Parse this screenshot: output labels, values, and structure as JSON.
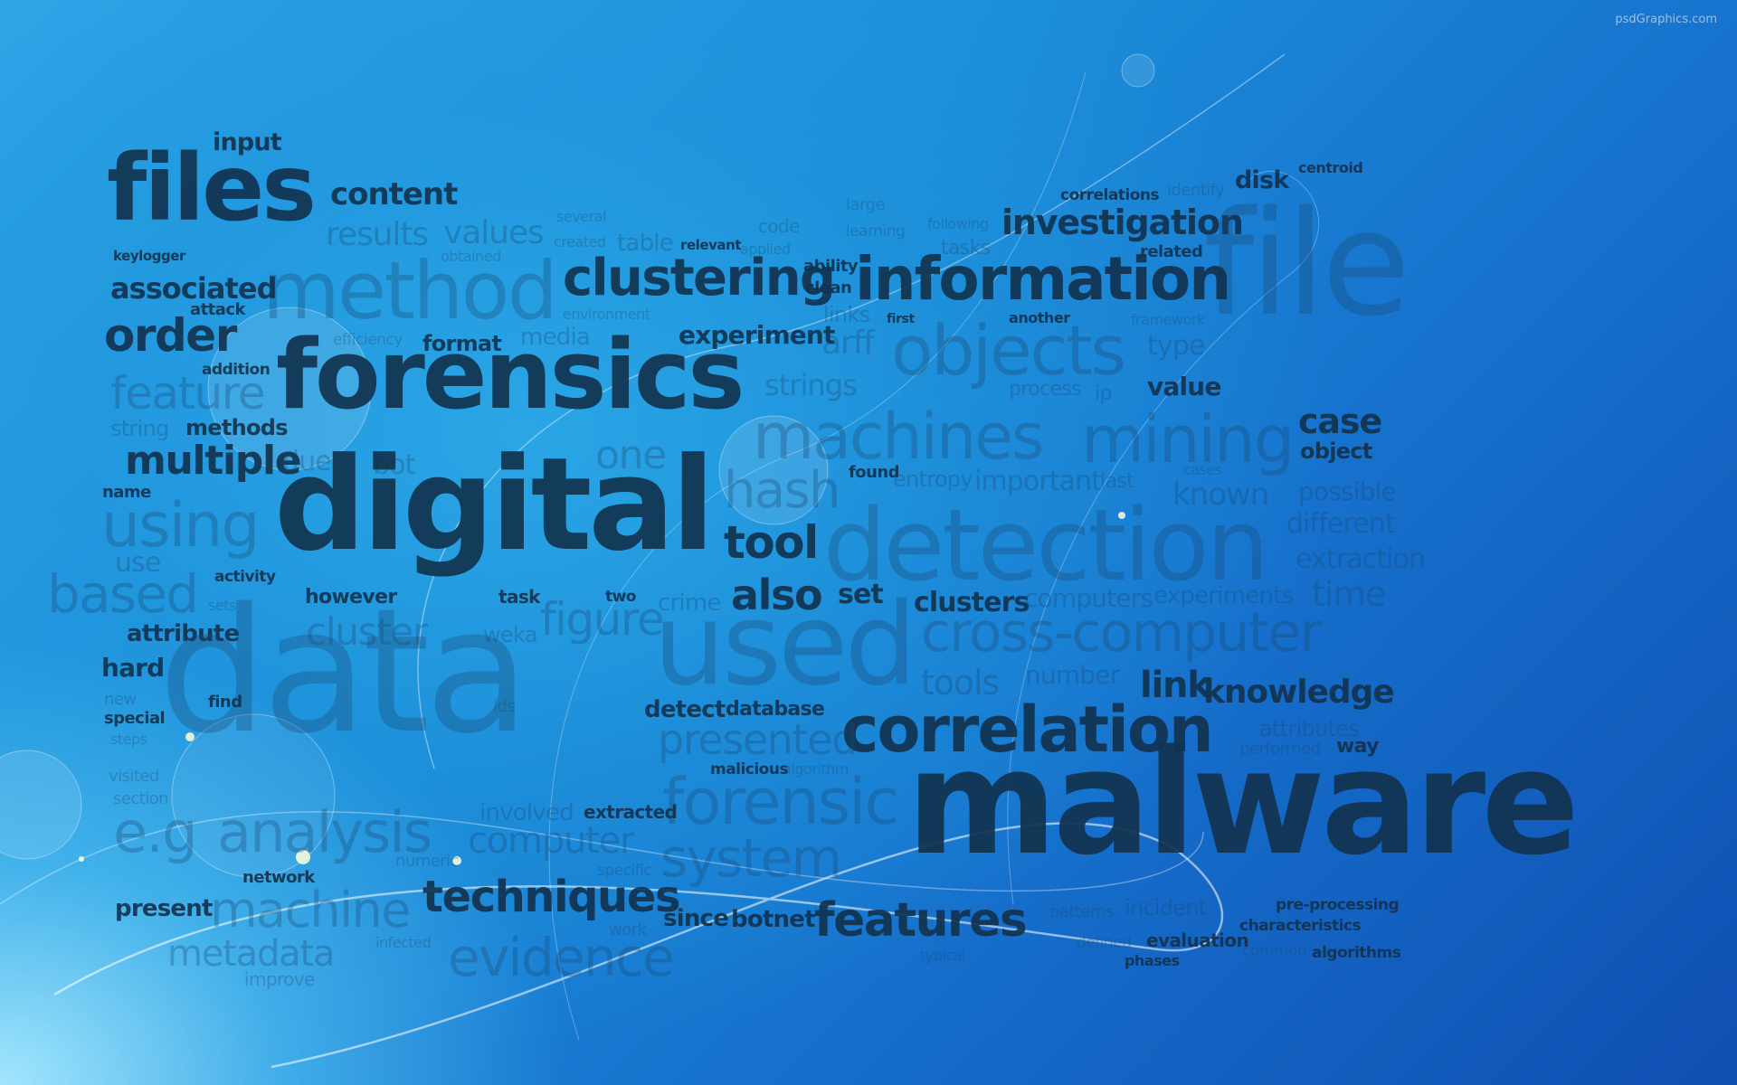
{
  "watermark": "psdGraphics.com",
  "words": {
    "input": "input",
    "files": "files",
    "content": "content",
    "several": "several",
    "code": "code",
    "large": "large",
    "correlations": "correlations",
    "identify": "identify",
    "disk": "disk",
    "centroid": "centroid",
    "results": "results",
    "values": "values",
    "table": "table",
    "created": "created",
    "relevant": "relevant",
    "applied": "applied",
    "following": "following",
    "learning": "learning",
    "investigation": "investigation",
    "file": "file",
    "keylogger": "keylogger",
    "obtained": "obtained",
    "tasks": "tasks",
    "ability": "ability",
    "related": "related",
    "method": "method",
    "clustering": "clustering",
    "information": "information",
    "associated": "associated",
    "clean": "clean",
    "attack": "attack",
    "environment": "environment",
    "links": "links",
    "first": "first",
    "another": "another",
    "framework": "framework",
    "order": "order",
    "efficiency": "efficiency",
    "format": "format",
    "media": "media",
    "experiment": "experiment",
    "arff": "arff",
    "objects": "objects",
    "type": "type",
    "addition": "addition",
    "forensics": "forensics",
    "strings": "strings",
    "process": "process",
    "ip": "ip",
    "value": "value",
    "feature": "feature",
    "machines": "machines",
    "mining": "mining",
    "case": "case",
    "string": "string",
    "methods": "methods",
    "one": "one",
    "object": "object",
    "multiple": "multiple",
    "due": "due",
    "bot": "bot",
    "hash": "hash",
    "found": "found",
    "entropy": "entropy",
    "important": "important",
    "last": "last",
    "cases": "cases",
    "known": "known",
    "possible": "possible",
    "name": "name",
    "digital": "digital",
    "using": "using",
    "different": "different",
    "tool": "tool",
    "detection": "detection",
    "extraction": "extraction",
    "use": "use",
    "activity": "activity",
    "time": "time",
    "based": "based",
    "however": "however",
    "task": "task",
    "two": "two",
    "crime": "crime",
    "also": "also",
    "set": "set",
    "clusters": "clusters",
    "computers": "computers",
    "experiments": "experiments",
    "sets": "sets",
    "attribute": "attribute",
    "cluster": "cluster",
    "weka": "weka",
    "figure": "figure",
    "used": "used",
    "cross_computer": "cross-computer",
    "data": "data",
    "hard": "hard",
    "tools": "tools",
    "number": "number",
    "new": "new",
    "find": "find",
    "link": "link",
    "knowledge": "knowledge",
    "special": "special",
    "ids": "ids",
    "detect": "detect",
    "database": "database",
    "correlation": "correlation",
    "attributes": "attributes",
    "steps": "steps",
    "presented": "presented",
    "performed": "performed",
    "way": "way",
    "malicious": "malicious",
    "algorithm": "algorithm",
    "visited": "visited",
    "section": "section",
    "malware": "malware",
    "forensic": "forensic",
    "involved": "involved",
    "extracted": "extracted",
    "eg": "e.g",
    "analysis": "analysis",
    "computer": "computer",
    "numeric": "numeric",
    "specific": "specific",
    "system": "system",
    "network": "network",
    "present": "present",
    "techniques": "techniques",
    "pre_processing": "pre-processing",
    "patterns": "patterns",
    "incident": "incident",
    "characteristics": "characteristics",
    "machine": "machine",
    "since": "since",
    "botnet": "botnet",
    "features": "features",
    "work": "work",
    "defined": "defined",
    "evaluation": "evaluation",
    "common": "common",
    "algorithms": "algorithms",
    "metadata": "metadata",
    "infected": "infected",
    "typical": "typical",
    "phases": "phases",
    "evidence": "evidence",
    "improve": "improve"
  }
}
